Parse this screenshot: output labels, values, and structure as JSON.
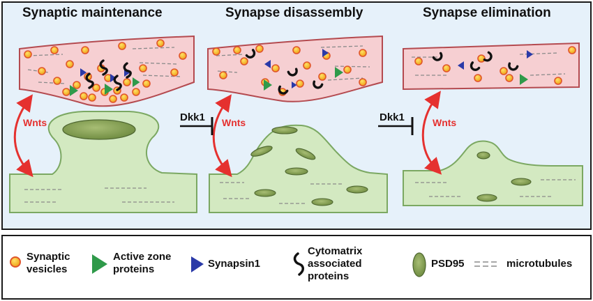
{
  "titles": {
    "maintenance": "Synaptic maintenance",
    "disassembly": "Synapse disassembly",
    "elimination": "Synapse elimination"
  },
  "labels": {
    "wnts": "Wnts",
    "dkk1": "Dkk1"
  },
  "legend": {
    "synaptic_vesicles_1": "Synaptic",
    "synaptic_vesicles_2": "vesicles",
    "active_zone_1": "Active zone",
    "active_zone_2": "proteins",
    "synapsin": "Synapsin1",
    "cytomatrix_1": "Cytomatrix",
    "cytomatrix_2": "associated",
    "cytomatrix_3": "proteins",
    "psd95": "PSD95",
    "microtubules": "microtubules"
  },
  "colors": {
    "panel_bg": "#e6f1fa",
    "presynaptic_fill": "#f6cfd2",
    "postsynaptic_fill": "#d3e9c1",
    "vesicle_fill": "#f6c12a",
    "vesicle_stroke": "#e0552a",
    "active_zone": "#2f9a4a",
    "synapsin": "#2a3aa8",
    "wnts_arrow": "#e5312f",
    "psd95": "#7f9b4f"
  }
}
